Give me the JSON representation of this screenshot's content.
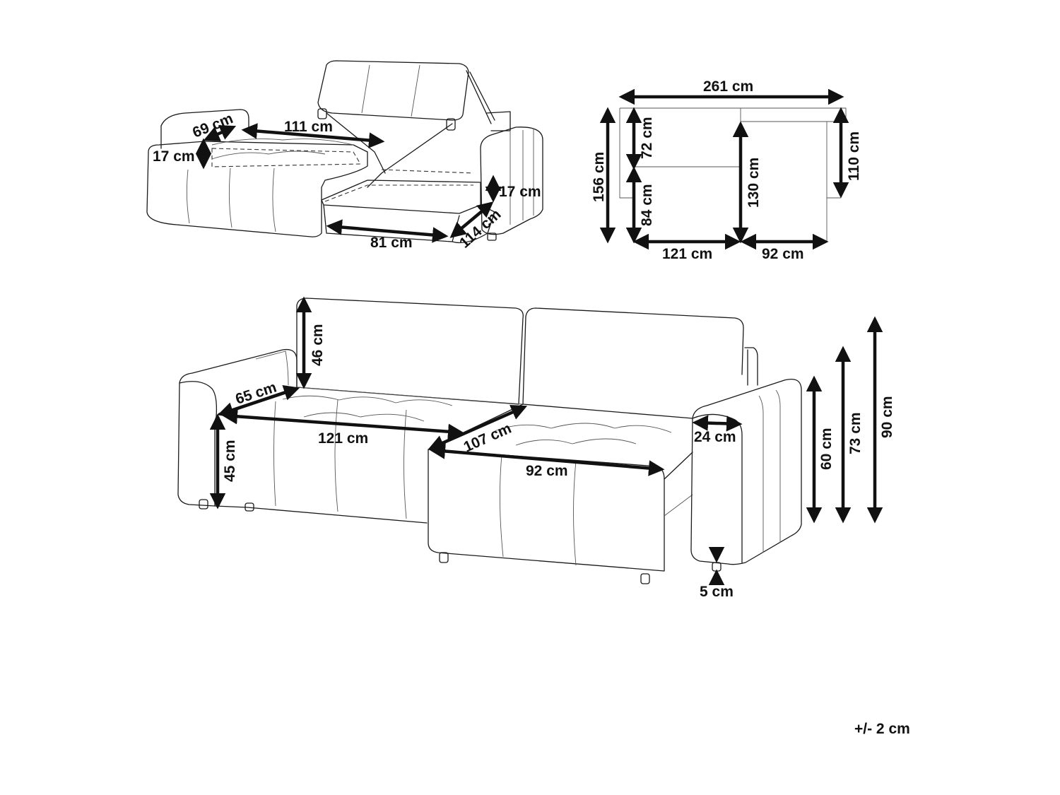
{
  "storage_view": {
    "dims": {
      "armrest_depth": "69 cm",
      "storage_length": "111 cm",
      "storage_height_left": "17 cm",
      "storage_height_right": "17 cm",
      "chaise_storage_length": "81 cm",
      "chaise_storage_depth": "114 cm"
    }
  },
  "top_plan": {
    "dims": {
      "total_width": "261 cm",
      "total_depth": "156 cm",
      "back_depth": "72 cm",
      "seat_depth": "84 cm",
      "chaise_depth": "130 cm",
      "chaise_seat_depth": "110 cm",
      "main_width": "121 cm",
      "chaise_width": "92 cm"
    }
  },
  "front_view": {
    "dims": {
      "cushion_height": "46 cm",
      "armrest_length": "65 cm",
      "seat_width": "121 cm",
      "chaise_seat_length": "107 cm",
      "chaise_width": "92 cm",
      "arm_width": "24 cm",
      "seat_height": "45 cm",
      "arm_height": "60 cm",
      "back_height": "73 cm",
      "total_height": "90 cm",
      "leg_height": "5 cm"
    }
  },
  "tolerance": "+/- 2 cm"
}
